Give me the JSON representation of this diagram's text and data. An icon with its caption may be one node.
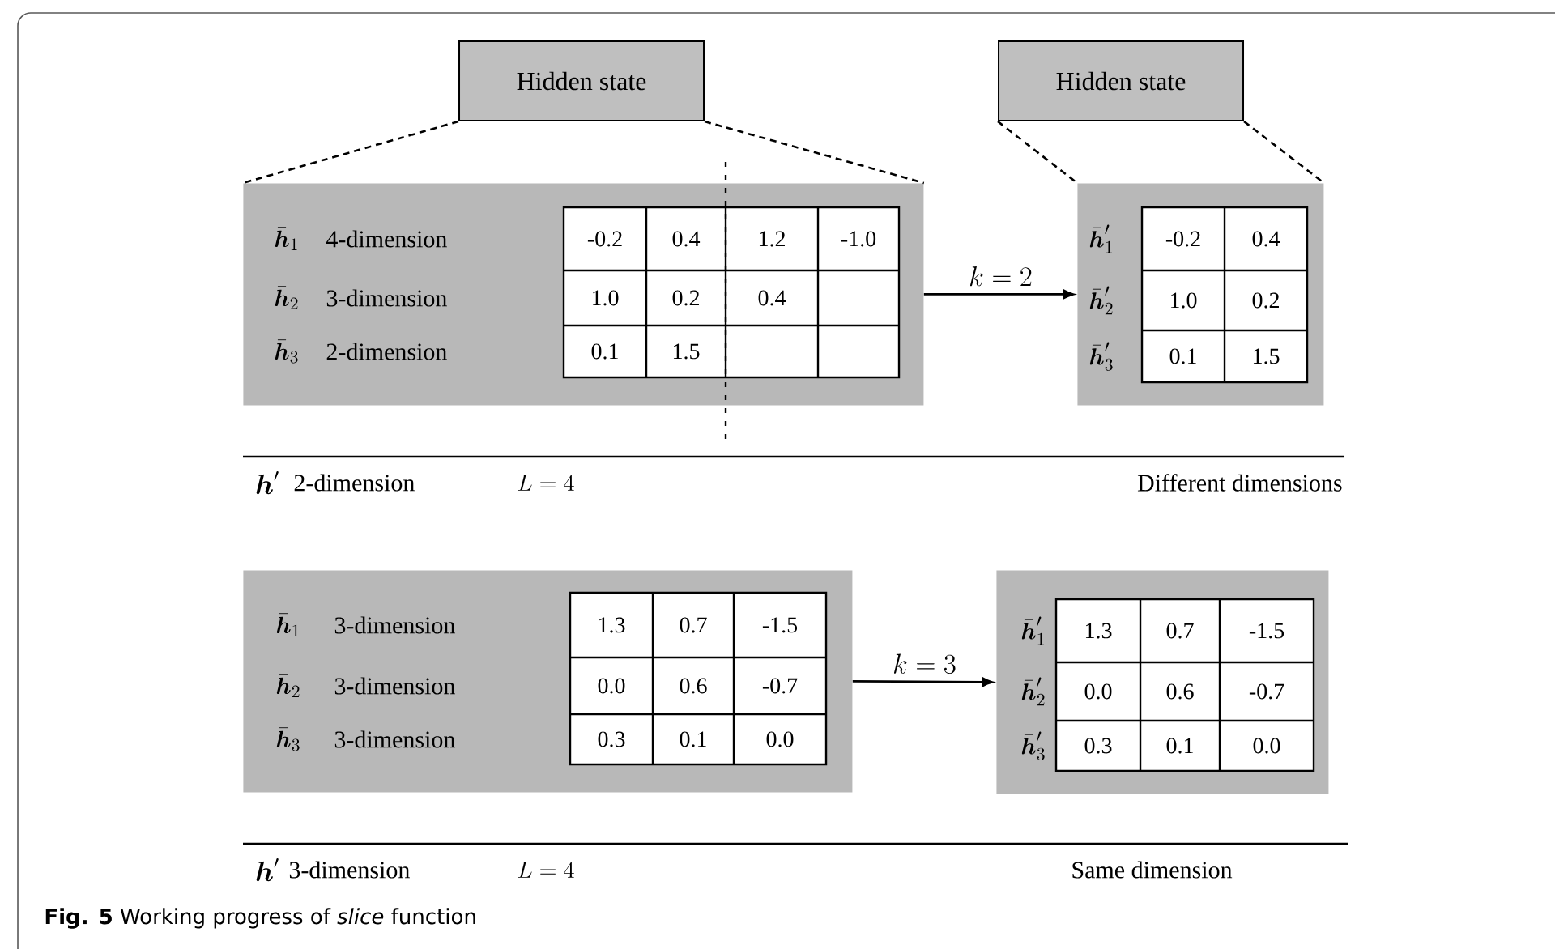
{
  "diagram": {
    "caption": "**Fig. 5** Working progress of *slice* function",
    "nodes": [
      {
        "text": [
          "Hidden state"
        ]
      },
      {
        "text": [
          "Hidden state"
        ]
      },
      {
        "text": [],
        "shape": "box"
      },
      {
        "text": [],
        "shape": "box"
      },
      {
        "text": [],
        "shape": "box"
      },
      {
        "text": [],
        "shape": "box"
      }
    ],
    "edges": [
      {
        "from": 0,
        "to": 2,
        "arrow": "none",
        "style": "dashed"
      },
      {
        "from": 0,
        "to": 2,
        "arrow": "none",
        "style": "dashed"
      },
      {
        "from": 1,
        "to": 3,
        "arrow": "none",
        "style": "dashed"
      },
      {
        "from": 1,
        "to": 3,
        "arrow": "none",
        "style": "dashed"
      },
      {
        "from": 2,
        "to": 3,
        "arrow": "to",
        "label": "k = 2"
      },
      {
        "from": 4,
        "to": 5,
        "arrow": "to",
        "label": "k = 3"
      }
    ],
    "labels": [
      "\\bar{\\boldsymbol{h}}_1",
      "4-dimension",
      "-0.2",
      "0.4",
      "1.2",
      "-1.0",
      "\\bar{\\boldsymbol{h}}_2",
      "3-dimension",
      "1.0",
      "0.2",
      "0.4",
      "\\bar{\\boldsymbol{h}}_3",
      "2-dimension",
      "0.1",
      "1.5",
      "\\bar{\\boldsymbol{h}}'_1",
      "-0.2",
      "0.4",
      "\\bar{\\boldsymbol{h}}'_2",
      "1.0",
      "0.2",
      "\\bar{\\boldsymbol{h}}'_3",
      "0.1",
      "1.5",
      "\\boldsymbol{h}'",
      "2-dimension",
      "L = 4",
      "Different dimensions",
      "\\bar{\\boldsymbol{h}}_1",
      "3-dimension",
      "1.3",
      "0.7",
      "-1.5",
      "\\bar{\\boldsymbol{h}}_2",
      "3-dimension",
      "0.0",
      "0.6",
      "-0.7",
      "\\bar{\\boldsymbol{h}}_3",
      "3-dimension",
      "0.3",
      "0.1",
      "0.0",
      "\\bar{\\boldsymbol{h}}'_1",
      "1.3",
      "0.7",
      "-1.5",
      "\\bar{\\boldsymbol{h}}'_2",
      "0.0",
      "0.6",
      "-0.7",
      "\\bar{\\boldsymbol{h}}'_3",
      "0.3",
      "0.1",
      "0.0",
      "\\boldsymbol{h}'",
      "3-dimension",
      "L = 4",
      "Same dimension"
    ]
  }
}
